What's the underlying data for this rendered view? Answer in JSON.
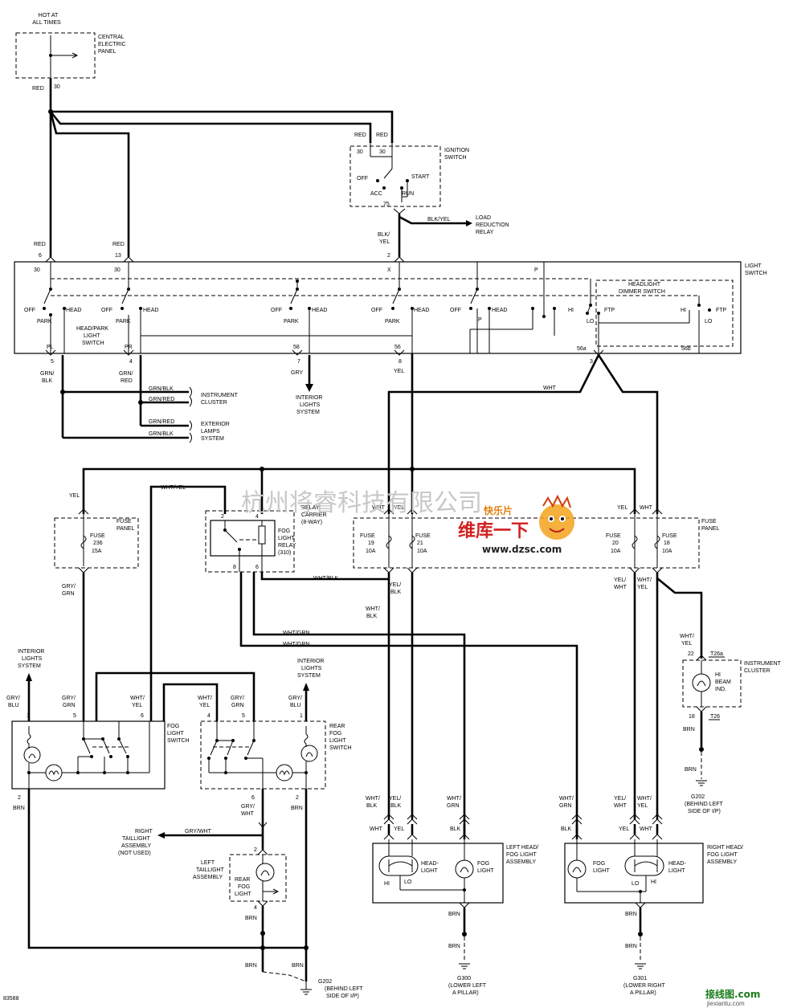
{
  "labels": {
    "hot": [
      "HOT AT",
      "ALL TIMES"
    ],
    "central_panel": [
      "CENTRAL",
      "ELECTRIC",
      "PANEL"
    ],
    "ignition_switch": [
      "IGNITION",
      "SWITCH"
    ],
    "load_reduction_relay": [
      "LOAD",
      "REDUCTION",
      "RELAY"
    ],
    "light_switch": [
      "LIGHT",
      "SWITCH"
    ],
    "headlight_dimmer_switch": [
      "HEADLIGHT",
      "DIMMER SWITCH"
    ],
    "head_park_light_switch": [
      "HEAD/PARK",
      "LIGHT",
      "SWITCH"
    ],
    "instrument_cluster_top": [
      "INSTRUMENT",
      "CLUSTER"
    ],
    "exterior_lamps_system": [
      "EXTERIOR",
      "LAMPS",
      "SYSTEM"
    ],
    "interior_lights_system_mid": [
      "INTERIOR",
      "LIGHTS",
      "SYSTEM"
    ],
    "fuse_panel_left": [
      "FUSE",
      "PANEL"
    ],
    "fuse_236": [
      "FUSE",
      "236",
      "15A"
    ],
    "relay_carrier": [
      "RELAY",
      "CARRIER",
      "(8-WAY)"
    ],
    "fog_light_relay": [
      "FOG",
      "LIGHT",
      "RELAY",
      "(310)"
    ],
    "fuse_19": [
      "FUSE",
      "19",
      "10A"
    ],
    "fuse_21": [
      "FUSE",
      "21",
      "10A"
    ],
    "fuse_20": [
      "FUSE",
      "20",
      "10A"
    ],
    "fuse_18": [
      "FUSE",
      "18",
      "10A"
    ],
    "fuse_panel_right": [
      "FUSE",
      "PANEL"
    ],
    "interior_lights_left": [
      "INTERIOR",
      "LIGHTS",
      "SYSTEM"
    ],
    "interior_lights_right": [
      "INTERIOR",
      "LIGHTS",
      "SYSTEM"
    ],
    "fog_light_switch": [
      "FOG",
      "LIGHT",
      "SWITCH"
    ],
    "rear_fog_light_switch": [
      "REAR",
      "FOG",
      "LIGHT",
      "SWITCH"
    ],
    "right_taillight": [
      "RIGHT",
      "TAILLIGHT",
      "ASSEMBLY",
      "(NOT USED)"
    ],
    "left_taillight": [
      "LEFT",
      "TAILLIGHT",
      "ASSEMBLY"
    ],
    "rear_fog_light": [
      "REAR",
      "FOG",
      "LIGHT"
    ],
    "instrument_cluster_right": [
      "INSTRUMENT",
      "CLUSTER"
    ],
    "hi_beam_ind": [
      "HI",
      "BEAM",
      "IND."
    ],
    "left_head_fog_assembly": [
      "LEFT HEAD/",
      "FOG LIGHT",
      "ASSEMBLY"
    ],
    "right_head_fog_assembly": [
      "RIGHT HEAD/",
      "FOG LIGHT",
      "ASSEMBLY"
    ],
    "headlight": [
      "HEAD-",
      "LIGHT"
    ],
    "fog_light": [
      "FOG",
      "LIGHT"
    ],
    "g202_bottom": [
      "G202",
      "(BEHIND LEFT",
      "SIDE OF I/P)"
    ],
    "g202_right": [
      "G202",
      "(BEHIND LEFT",
      "SIDE OF I/P)"
    ],
    "g300": [
      "G300",
      "(LOWER LEFT",
      "A PILLAR)"
    ],
    "g301": [
      "G301",
      "(LOWER RIGHT",
      "A PILLAR)"
    ],
    "diagram_number": "83588"
  },
  "wires": {
    "red": "RED",
    "blk_yel": "BLK/YEL",
    "blk_yel_split": [
      "BLK/",
      "YEL"
    ],
    "grn_blk": [
      "GRN/",
      "BLK"
    ],
    "grn_red": [
      "GRN/",
      "RED"
    ],
    "gry": "GRY",
    "yel": "YEL",
    "grn_blk_h": "GRN/BLK",
    "grn_red_h": "GRN/RED",
    "wht": "WHT",
    "wht_yel": "WHT/YEL",
    "wht_blk": "WHT/BLK",
    "wht_blk_split": [
      "WHT/",
      "BLK"
    ],
    "yel_blk": [
      "YEL/",
      "BLK"
    ],
    "yel_wht": [
      "YEL/",
      "WHT"
    ],
    "wht_yel_split": [
      "WHT/",
      "YEL"
    ],
    "gry_grn": [
      "GRY/",
      "GRN"
    ],
    "wht_grn": "WHT/GRN",
    "wht_grn_split": [
      "WHT/",
      "GRN"
    ],
    "gry_blu": [
      "GRY/",
      "BLU"
    ],
    "gry_wht": "GRY/WHT",
    "gry_wht_split": [
      "GRY/",
      "WHT"
    ],
    "brn": "BRN",
    "blk": "BLK"
  },
  "pins": {
    "p30": "30",
    "p6": "6",
    "p13": "13",
    "p2": "2",
    "p75": "75",
    "x": "X",
    "p": "P",
    "pl": "PL",
    "pr": "PR",
    "p5": "5",
    "p4": "4",
    "p58": "58",
    "p7": "7",
    "p56": "56",
    "p8": "8",
    "p56a": "56a",
    "p56b": "56b",
    "p3": "3",
    "p1": "1",
    "p22": "22",
    "p18": "18",
    "t26a": "T26a",
    "t26": "T26"
  },
  "switch": {
    "off": "OFF",
    "park": "PARK",
    "head": "HEAD",
    "acc": "ACC",
    "run": "RUN",
    "start": "START",
    "hi": "HI",
    "lo": "LO",
    "ftp": "FTP"
  },
  "watermarks": {
    "company": "杭州将睿科技有限公司",
    "brand": "维库一下",
    "kids": "快乐片",
    "url": "www.dzsc.com",
    "corner": "接线图.com",
    "corner_url": "jiexiantu.com"
  }
}
